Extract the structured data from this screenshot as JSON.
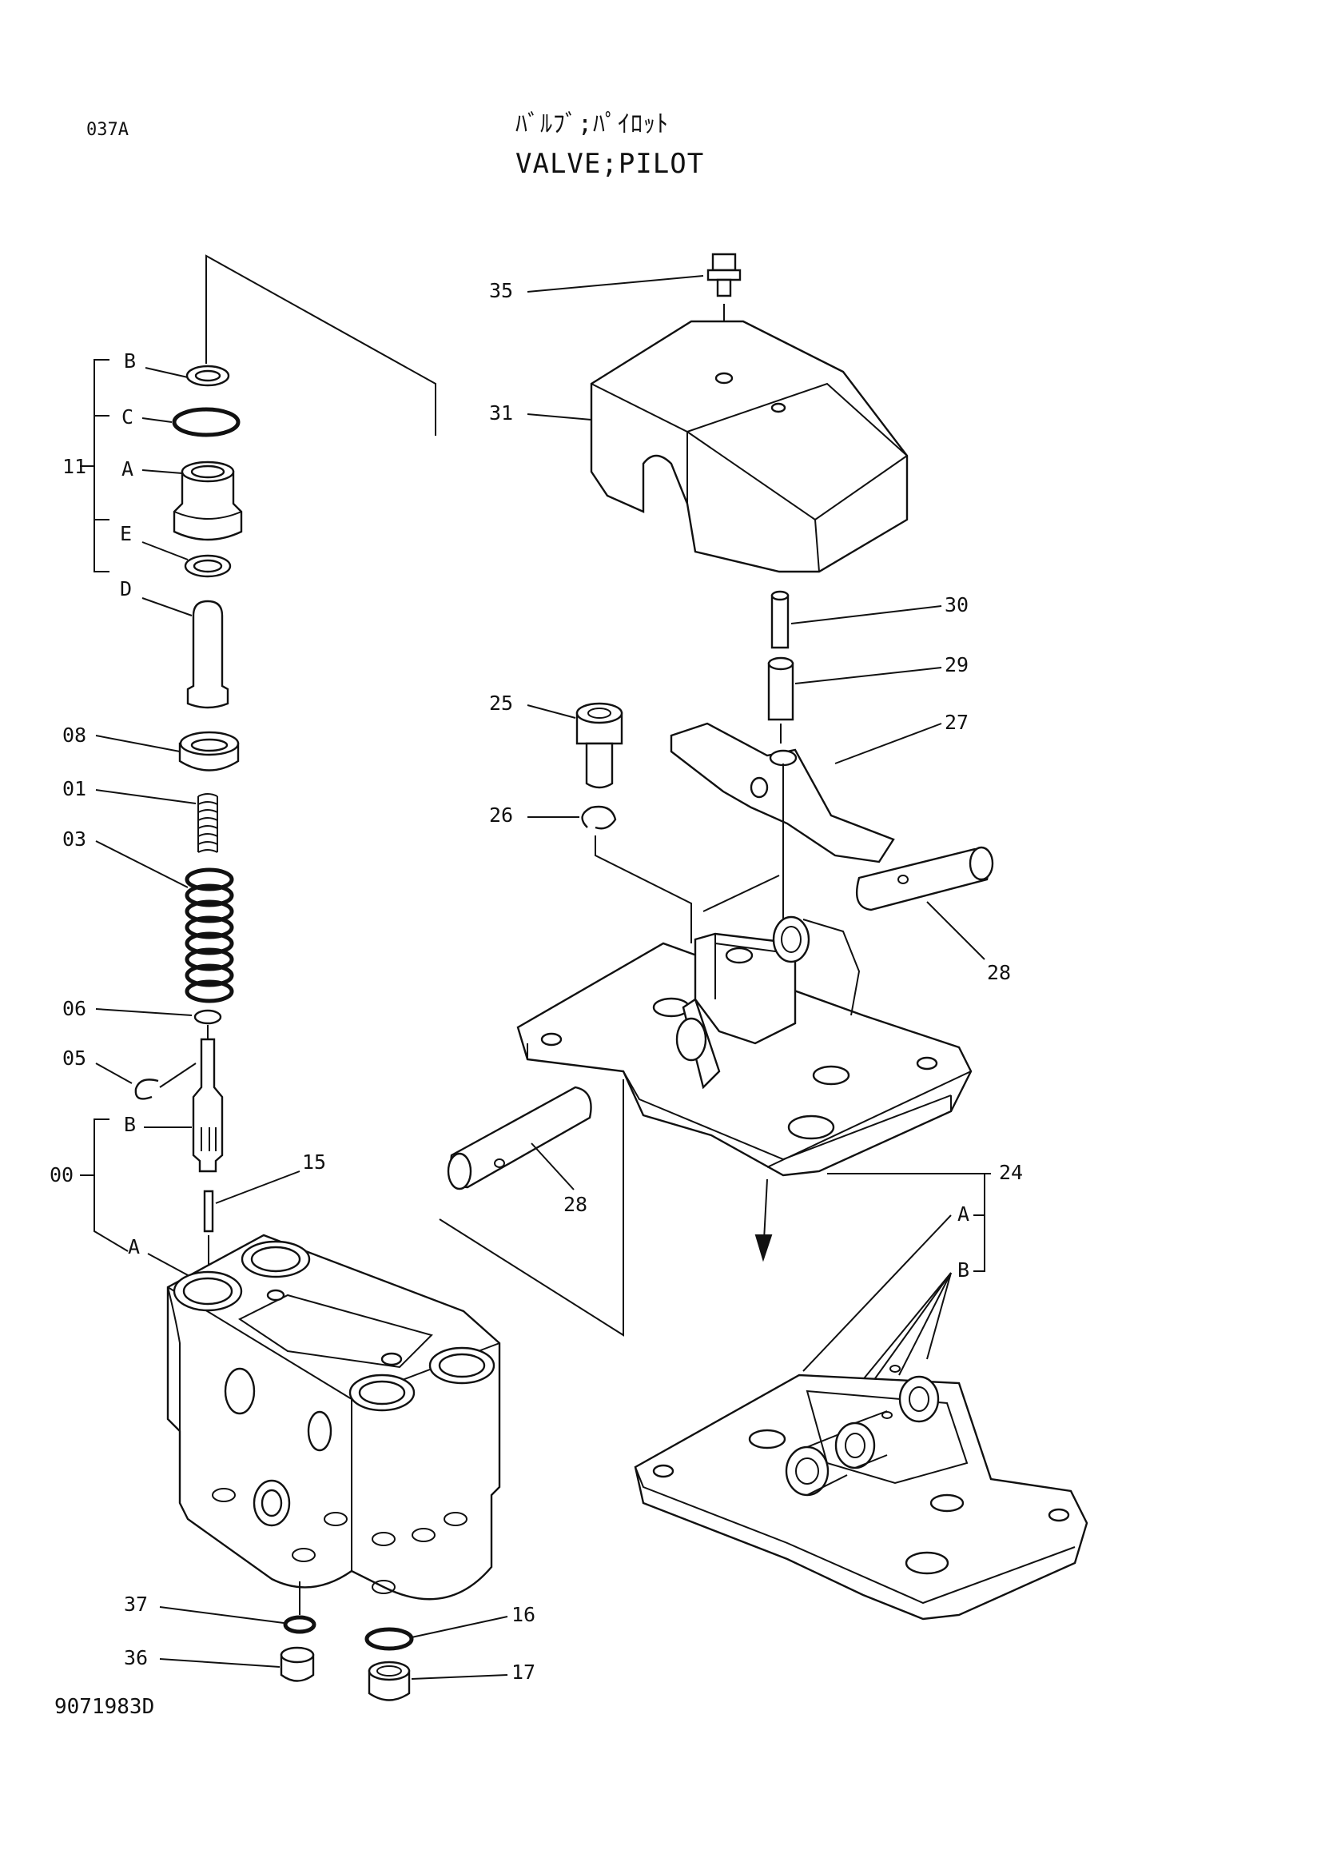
{
  "header": {
    "page_code": "037A",
    "title_jp": "ﾊﾞﾙﾌﾞ;ﾊﾟｲﾛｯﾄ",
    "title_en": "VALVE;PILOT",
    "drawing_number": "9071983D"
  },
  "callouts": {
    "c35": "35",
    "c31": "31",
    "c30": "30",
    "c29": "29",
    "c27": "27",
    "c25": "25",
    "c26": "26",
    "c28a": "28",
    "c28b": "28",
    "c24": "24",
    "c24A": "A",
    "c24B": "B",
    "c11": "11",
    "c11B": "B",
    "c11C": "C",
    "c11A": "A",
    "c11E": "E",
    "c11D": "D",
    "c08": "08",
    "c01": "01",
    "c03": "03",
    "c06": "06",
    "c05": "05",
    "c00": "00",
    "c00B": "B",
    "c15": "15",
    "c00A": "A",
    "c37": "37",
    "c36": "36",
    "c16": "16",
    "c17": "17"
  }
}
